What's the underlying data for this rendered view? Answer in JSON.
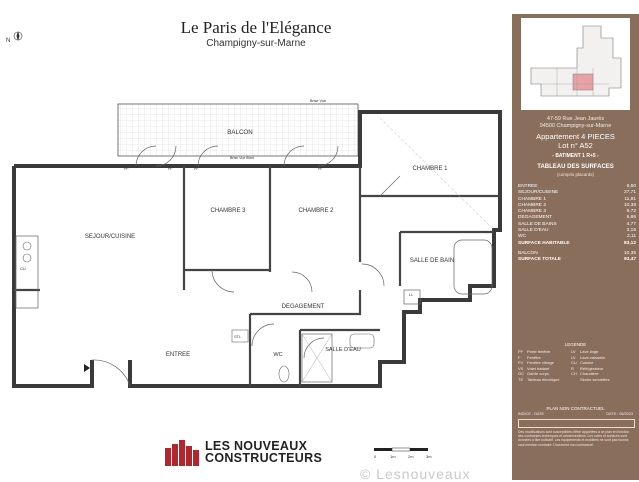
{
  "header": {
    "title": "Le Paris de l'Elégance",
    "subtitle": "Champigny-sur-Marne",
    "compass": "N"
  },
  "rooms": {
    "balcon": "BALCON",
    "sejour": "SEJOUR/CUISINE",
    "chambre1": "CHAMBRE 1",
    "chambre2": "CHAMBRE 2",
    "chambre3": "CHAMBRE 3",
    "salle_bain": "SALLE DE BAIN",
    "salle_eau": "SALLE D'EAU",
    "degagement": "DEGAGEMENT",
    "entree": "ENTREE",
    "wc": "WC",
    "cu": "CU",
    "ll": "LL",
    "gtl": "GTL",
    "pf": "PF",
    "balcon_top_label": "Brise Vue",
    "balcon_sep": "Brise Vue filant"
  },
  "brand": {
    "line1": "LES NOUVEAUX",
    "line2": "CONSTRUCTEURS",
    "accent": "#b3262d"
  },
  "scale": {
    "marks": [
      "0",
      "1m",
      "2m",
      "3m"
    ]
  },
  "panel": {
    "address1": "47-59 Rue Jean Jaurès",
    "address2": "94500 Champigny-sur-Marne",
    "apartment": "Appartement 4 PIECES",
    "lot": "Lot n° A52",
    "building": "- BATIMENT 1 R+5 -",
    "surfaces_title": "TABLEAU DES SURFACES",
    "surfaces_note": "(compris placards)",
    "color": "#8a6e5c"
  },
  "surfaces": [
    {
      "label": "ENTREE",
      "value": "6,60",
      "bold": false
    },
    {
      "label": "SEJOUR/CUISINE",
      "value": "27,71",
      "bold": false
    },
    {
      "label": "CHAMBRE 1",
      "value": "11,81",
      "bold": false
    },
    {
      "label": "CHAMBRE 2",
      "value": "10,38",
      "bold": false
    },
    {
      "label": "CHAMBRE 3",
      "value": "9,72",
      "bold": false
    },
    {
      "label": "DEGAGEMENT",
      "value": "6,86",
      "bold": false
    },
    {
      "label": "SALLE DE BAINS",
      "value": "4,77",
      "bold": false
    },
    {
      "label": "SALLE D'EAU",
      "value": "3,16",
      "bold": false
    },
    {
      "label": "WC",
      "value": "2,11",
      "bold": false
    },
    {
      "label": "SURFACE HABITABLE",
      "value": "83,12",
      "bold": true
    },
    {
      "label": "BALCON",
      "value": "10,35",
      "bold": false
    },
    {
      "label": "SURFACE TOTALE",
      "value": "93,47",
      "bold": true
    }
  ],
  "legend": {
    "title": "LEGENDE",
    "items": [
      [
        "PF",
        "Porte fenêtre",
        "LV",
        "Lave linge"
      ],
      [
        "F",
        "Fenêtre",
        "LV",
        "Lave-vaisselle"
      ],
      [
        "FV",
        "Fenêtre vitrage",
        "CU",
        "Cuisine"
      ],
      [
        "VS",
        "Volet battant",
        "R",
        "Réfrigérateur"
      ],
      [
        "GC",
        "Garde corps",
        "CH",
        "Chaudière"
      ],
      [
        "TE",
        "Tableau électrique",
        "",
        "Sèche serviettes"
      ]
    ]
  },
  "plan_note": "PLAN NON CONTRACTUEL",
  "meta": {
    "indice": "INDICE - DATE",
    "date": "DATE : 05/2023"
  },
  "disclaimer": "Des modifications sont susceptibles d'être apportées à ce plan en fonction des contraintes techniques et administratives. Les cotes et surfaces sont données à titre indicatif. Les équipements et mobiliers ne sont pas fournis sauf mention contraire. Document non contractuel.",
  "watermark": "© Lesnouveaux"
}
